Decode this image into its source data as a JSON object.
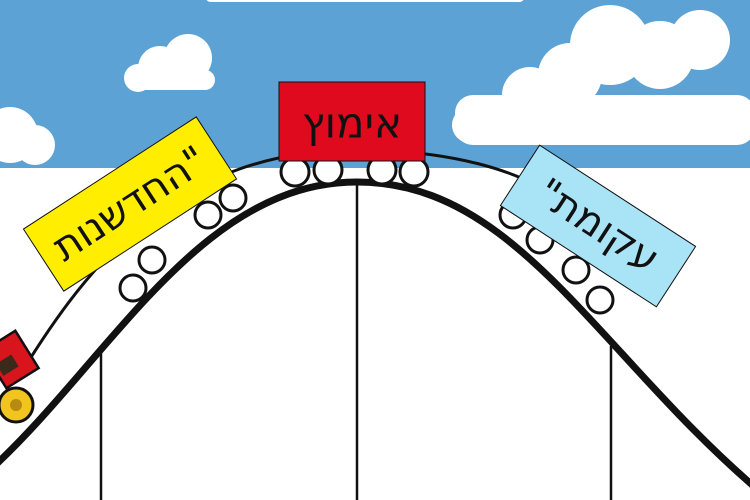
{
  "diagram": {
    "cars": [
      {
        "id": "innovators",
        "label": "\"החדשנות",
        "color": "#ffee00"
      },
      {
        "id": "adoption",
        "label": "אימוץ",
        "color": "#e00a1e"
      },
      {
        "id": "laggards",
        "label": "עקומת\"",
        "color": "#a9e3f6"
      }
    ]
  },
  "colors": {
    "sky": "#5da2d5",
    "cloud": "#ffffff",
    "track": "#111111",
    "locomotive": "#d8141d",
    "wheel": "#f2c420"
  }
}
